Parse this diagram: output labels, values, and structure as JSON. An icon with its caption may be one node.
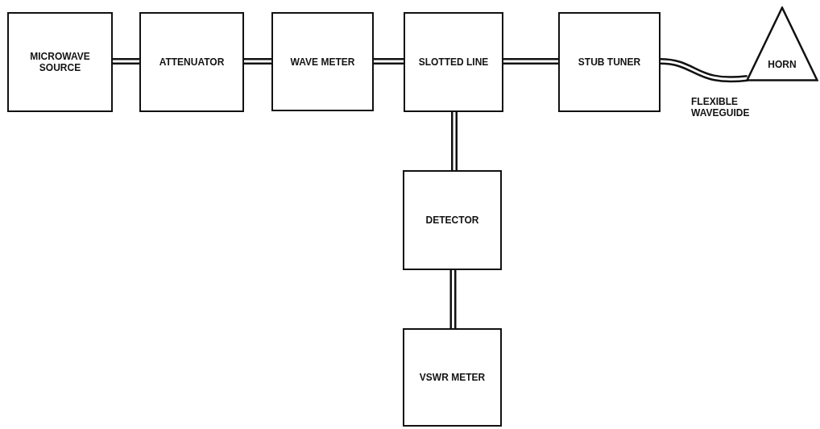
{
  "diagram": {
    "nodes": [
      {
        "text": [
          "MICROWAVE SOURCE"
        ]
      },
      {
        "text": [
          "ATTENUATOR"
        ]
      },
      {
        "text": [
          "WAVE METER"
        ]
      },
      {
        "text": [
          "SLOTTED LINE"
        ]
      },
      {
        "text": [
          "STUB TUNER"
        ]
      },
      {
        "text": [
          "HORN"
        ]
      },
      {
        "text": [
          "DETECTOR"
        ]
      },
      {
        "text": [
          "VSWR METER"
        ]
      }
    ],
    "edges": [
      {
        "from": 0,
        "to": 1,
        "arrow": "none"
      },
      {
        "from": 1,
        "to": 2,
        "arrow": "none"
      },
      {
        "from": 2,
        "to": 3,
        "arrow": "none"
      },
      {
        "from": 3,
        "to": 4,
        "arrow": "none"
      },
      {
        "from": 4,
        "to": 5,
        "arrow": "none",
        "label": "FLEXIBLE WAVEGUIDE"
      },
      {
        "from": 3,
        "to": 6,
        "arrow": "none"
      },
      {
        "from": 6,
        "to": 7,
        "arrow": "none"
      }
    ]
  }
}
